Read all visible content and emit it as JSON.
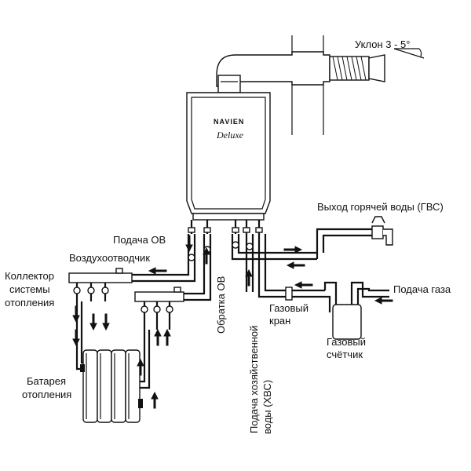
{
  "brand": {
    "name": "NAVIEN",
    "model": "Deluxe"
  },
  "labels": {
    "slope": "Уклон 3 - 5°",
    "hot_water_out": "Выход горячей воды (ГВС)",
    "gas_supply": "Подача газа",
    "gas_valve_line1": "Газовый",
    "gas_valve_line2": "кран",
    "gas_meter_line1": "Газовый",
    "gas_meter_line2": "счётчик",
    "supply_ov": "Подача ОВ",
    "air_vent": "Воздухоотводчик",
    "collector_line1": "Коллектор",
    "collector_line2": "системы",
    "collector_line3": "отопления",
    "radiator_line1": "Батарея",
    "radiator_line2": "отопления",
    "return_ov": "Обратка ОВ",
    "cold_water_line1": "Подача хозяйственной",
    "cold_water_line2": "воды (ХВС)"
  },
  "icons": [
    "flue-pipe-icon",
    "boiler-icon",
    "gas-meter-icon",
    "faucet-icon",
    "radiator-icon",
    "flow-arrow-icon",
    "valve-icon"
  ]
}
